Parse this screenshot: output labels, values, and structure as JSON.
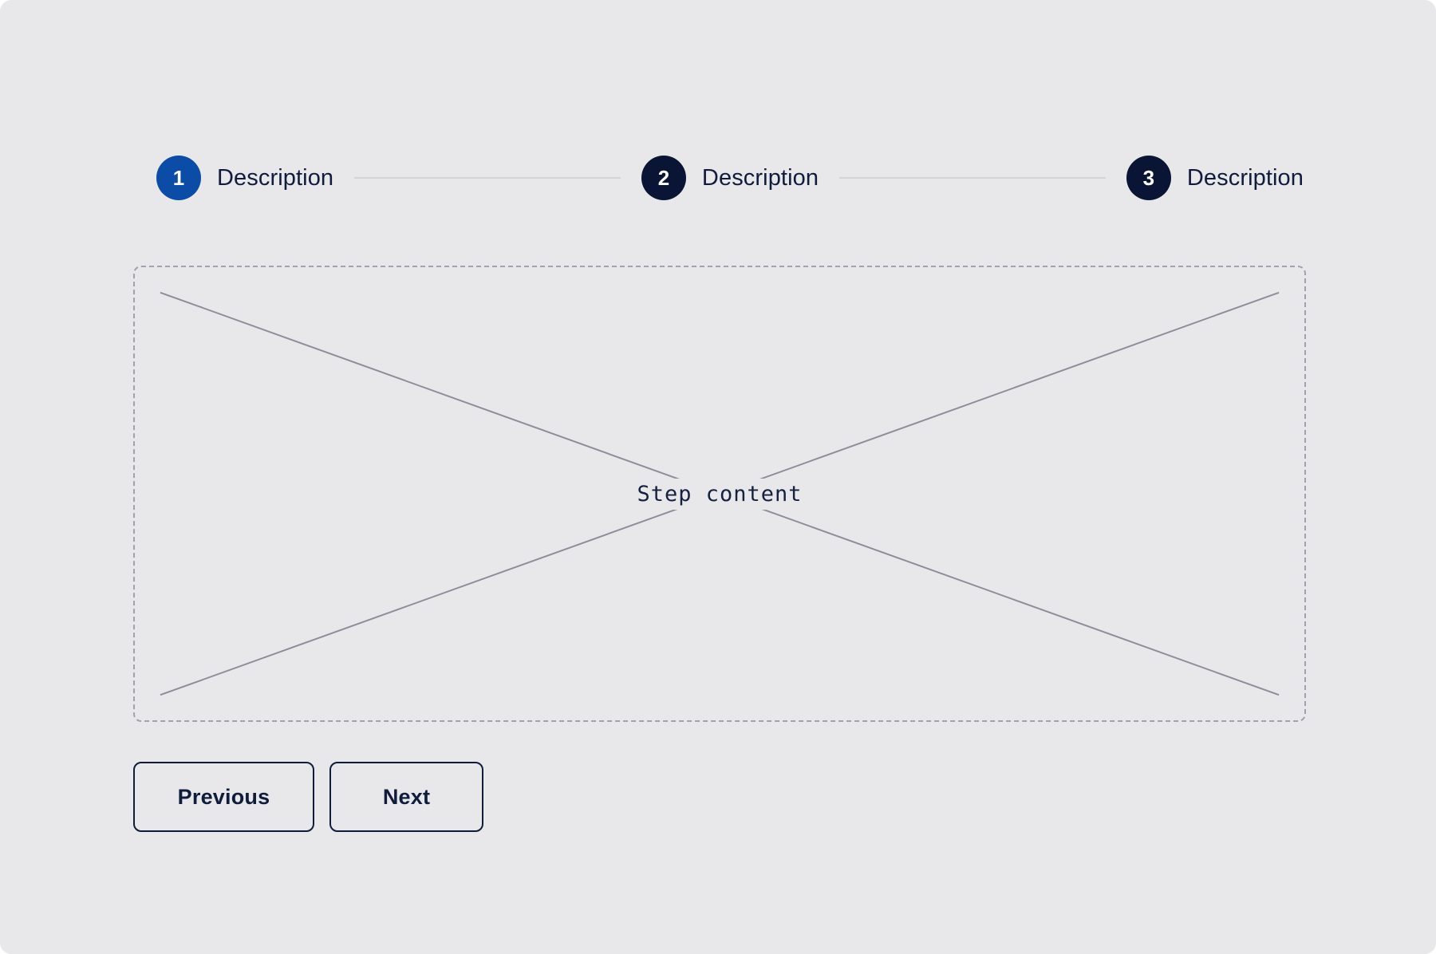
{
  "theme": {
    "background": "#e8e8ea",
    "active_step_color": "#0b4ca6",
    "inactive_step_color": "#0a1434",
    "text_color": "#111c3d",
    "connector_color": "#d3d4d6",
    "placeholder_border_color": "#a0a3ad",
    "placeholder_cross_color": "#8c8f99",
    "button_border_color": "#101c3c"
  },
  "stepper": {
    "current_step": 1,
    "steps": [
      {
        "number": "1",
        "label": "Description",
        "state": "active"
      },
      {
        "number": "2",
        "label": "Description",
        "state": "inactive"
      },
      {
        "number": "3",
        "label": "Description",
        "state": "inactive"
      }
    ]
  },
  "content": {
    "placeholder_label": "Step content",
    "placeholder_icon": "image-placeholder-cross-icon"
  },
  "actions": {
    "previous_label": "Previous",
    "next_label": "Next"
  }
}
